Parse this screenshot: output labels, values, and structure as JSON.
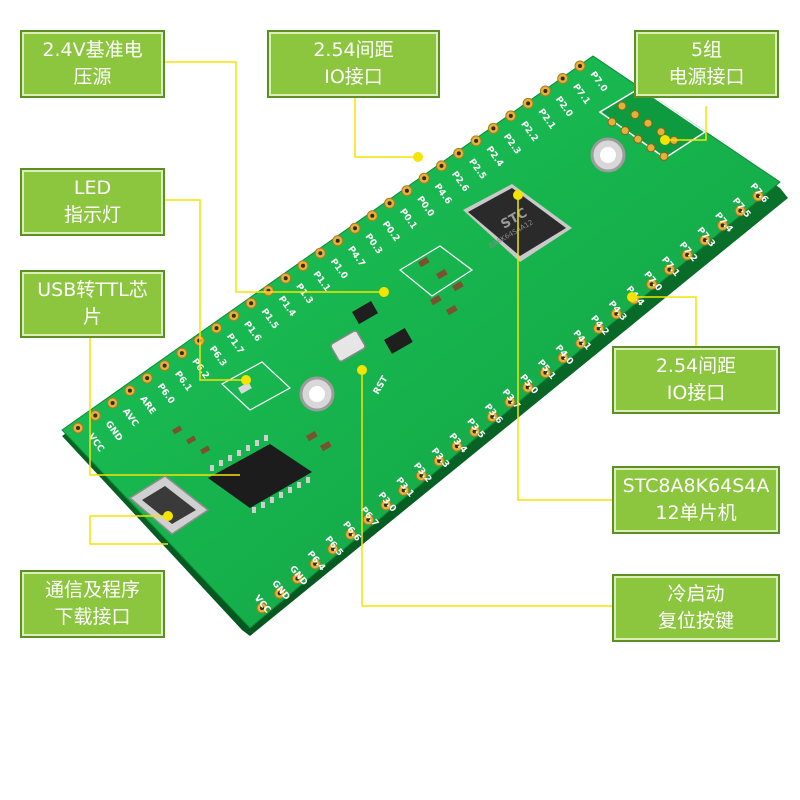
{
  "callouts": {
    "vref": {
      "line1": "2.4V基准电",
      "line2": "压源"
    },
    "io_top": {
      "line1": "2.54间距",
      "line2": "IO接口"
    },
    "power": {
      "line1": "5组",
      "line2": "电源接口"
    },
    "led": {
      "line1": "LED",
      "line2": "指示灯"
    },
    "usb_ttl": {
      "line1": "USB转TTL芯",
      "line2": "片"
    },
    "io_right": {
      "line1": "2.54间距",
      "line2": "IO接口"
    },
    "mcu": {
      "line1": "STC8A8K64S4A",
      "line2": "12单片机"
    },
    "download": {
      "line1": "通信及程序",
      "line2": "下载接口"
    },
    "reset": {
      "line1": "冷启动",
      "line2": "复位按键"
    }
  },
  "board": {
    "chip_brand": "STC",
    "chip_model": "8A8K64S4A12",
    "left_header_pins": [
      "VCC",
      "GND",
      "AVC",
      "ARE",
      "P6.0",
      "P6.1",
      "P6.2",
      "P6.3",
      "P1.7",
      "P1.6",
      "P1.5",
      "P1.4",
      "P1.3",
      "P1.1",
      "P1.0",
      "P4.7",
      "P0.3",
      "P0.2",
      "P0.1",
      "P0.0",
      "P4.6",
      "P2.6",
      "P2.5",
      "P2.4",
      "P2.3",
      "P2.2",
      "P2.1",
      "P2.0",
      "P7.1",
      "P7.0"
    ],
    "right_header_pins": [
      "VCC",
      "GND",
      "GND",
      "P6.4",
      "P6.5",
      "P6.6",
      "P6.7",
      "P3.0",
      "P3.1",
      "P3.2",
      "P3.3",
      "P3.4",
      "P3.5",
      "P3.6",
      "P3.7",
      "P5.0",
      "P5.1",
      "P4.0",
      "P4.1",
      "P4.2",
      "P4.3",
      "P4.4",
      "P7.0",
      "P7.1",
      "P7.2",
      "P7.3",
      "P7.4",
      "P7.5",
      "P7.6"
    ],
    "reset_label": "RST"
  },
  "colors": {
    "callout_bg": "#8cc63f",
    "pcb_green": "#12b04a",
    "leader_line": "#f5e400"
  }
}
